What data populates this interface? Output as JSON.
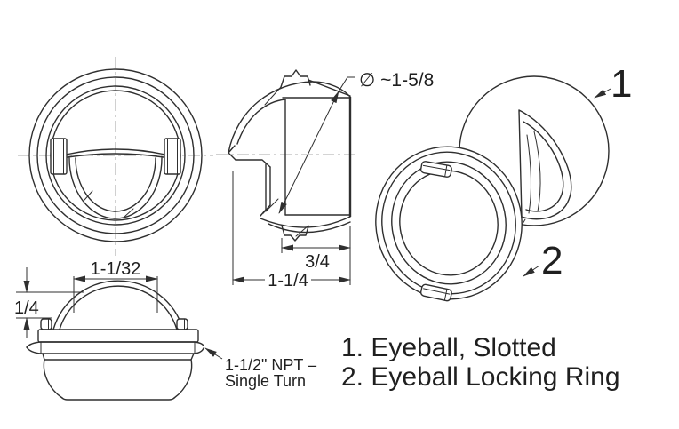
{
  "drawing": {
    "dimensions": {
      "diameter_label": "∅ ~1-5/8",
      "front_depth": "3/4",
      "total_depth": "1-1/4",
      "slot_width": "1-1/32",
      "dome_height": "1/4"
    },
    "thread_note": {
      "line1": "1-1/2\" NPT –",
      "line2": "Single Turn"
    },
    "callouts": {
      "eyeball": "1",
      "locking_ring": "2"
    },
    "legend": {
      "items": [
        {
          "text": "1. Eyeball, Slotted"
        },
        {
          "text": "2. Eyeball Locking Ring"
        }
      ]
    },
    "colors": {
      "background": "#ffffff",
      "line": "#2f2f2f",
      "centerline": "#a9a9a9",
      "text": "#1f1f1f"
    }
  }
}
